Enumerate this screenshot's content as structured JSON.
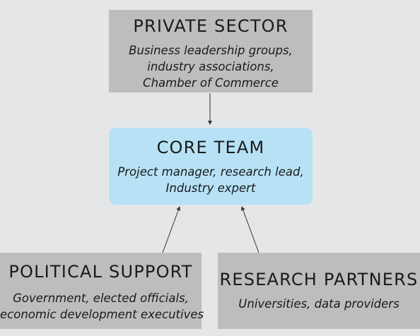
{
  "diagram": {
    "private_sector": {
      "title": "PRIVATE SECTOR",
      "lines": [
        "Business leadership groups,",
        "industry associations,",
        "Chamber of Commerce"
      ]
    },
    "core_team": {
      "title": "CORE TEAM",
      "lines": [
        "Project manager, research lead,",
        "Industry expert"
      ]
    },
    "political_support": {
      "title": "POLITICAL SUPPORT",
      "lines": [
        "Government, elected officials,",
        "economic development executives"
      ]
    },
    "research_partners": {
      "title": "RESEARCH PARTNERS",
      "lines": [
        "Universities, data providers"
      ]
    }
  },
  "colors": {
    "background": "#e5e6e8",
    "grey_box": "#bdbdbd",
    "core_box": "#b7e2f6",
    "text": "#1a1a1a",
    "arrow": "#333333"
  }
}
